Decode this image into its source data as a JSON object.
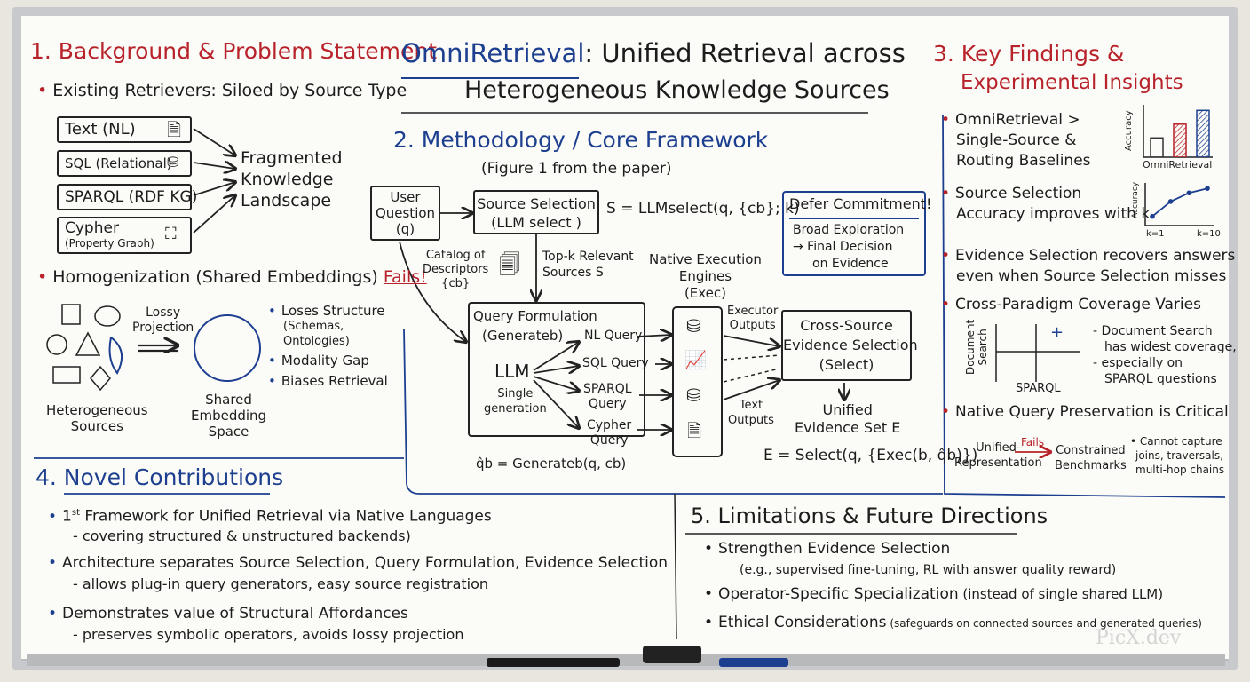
{
  "title": {
    "highlight": "OmniRetrieval",
    "rest1": ": Unified Retrieval across",
    "rest2": "Heterogeneous Knowledge Sources"
  },
  "s1": {
    "heading": "1. Background & Problem Statement",
    "bullet1": "Existing Retrievers: Siloed by Source Type",
    "sources": [
      "Text (NL)",
      "SQL (Relational)",
      "SPARQL (RDF KG)",
      "Cypher"
    ],
    "cypher_sub": "(Property Graph)",
    "frag": [
      "Fragmented",
      "Knowledge",
      "Landscape"
    ],
    "bullet2_pre": "Homogenization (Shared Embeddings)",
    "bullet2_fail": "Fails!",
    "lossy": [
      "Lossy",
      "Projection"
    ],
    "hetero": [
      "Heterogeneous",
      "Sources"
    ],
    "shared": [
      "Shared",
      "Embedding",
      "Space"
    ],
    "loses": [
      "Loses Structure",
      "(Schemas,",
      "Ontologies)"
    ],
    "modality": "Modality Gap",
    "biases": "Biases Retrieval"
  },
  "s2": {
    "heading": "2. Methodology / Core Framework",
    "figure": "(Figure 1 from the paper)",
    "user": [
      "User",
      "Question",
      "(q)"
    ],
    "source_sel": [
      "Source Selection",
      "(LLM select )"
    ],
    "s_formula": "S = LLMselect(q, {cb}; k)",
    "catalog": [
      "Catalog of",
      "Descriptors",
      "{cb}"
    ],
    "topk": [
      "Top-k Relevant",
      "Sources S"
    ],
    "native": [
      "Native Execution",
      "Engines",
      "(Exec)"
    ],
    "query_form": [
      "Query Formulation",
      "(Generateb)"
    ],
    "llm": "LLM",
    "single": [
      "Single",
      "generation"
    ],
    "queries": [
      "NL Query",
      "SQL Query",
      "SPARQL",
      "Query",
      "Cypher",
      "Query"
    ],
    "executor": [
      "Executor",
      "Outputs"
    ],
    "text_out": [
      "Text",
      "Outputs"
    ],
    "cross": [
      "Cross-Source",
      "Evidence Selection",
      "(Select)"
    ],
    "unified": [
      "Unified",
      "Evidence Set E"
    ],
    "q_formula": "q̂b = Generateb(q, cb)",
    "e_formula": "E = Select(q, {Exec(b, q̂b)})",
    "defer": [
      "Defer Commitment!",
      "Broad Exploration",
      "→ Final Decision",
      "on Evidence"
    ]
  },
  "s3": {
    "heading": [
      "3. Key Findings &",
      "Experimental Insights"
    ],
    "f1": [
      "OmniRetrieval >",
      "Single-Source &",
      "Routing Baselines"
    ],
    "f2": [
      "Source Selection",
      "Accuracy improves with k"
    ],
    "f3": [
      "Evidence Selection recovers answers",
      "even when Source Selection misses"
    ],
    "f4": "Cross-Paradigm Coverage Varies",
    "f5": "Native Query Preservation is Critical",
    "bar_ylabel": "Accuracy",
    "bar_xlabel": "OmniRetrieval",
    "line_ylabel": "Accuracy",
    "line_x": [
      "k=1",
      "k=10"
    ],
    "cov_y": [
      "Document",
      "Search"
    ],
    "cov_x": "SPARQL",
    "cov_plus": "+",
    "cov_notes": [
      "- Document Search",
      "has widest coverage,",
      "- especially on",
      "SPARQL questions"
    ],
    "unified_rep": [
      "Unified-",
      "Representation"
    ],
    "fails": "Fails",
    "constrained": [
      "Constrained",
      "Benchmarks"
    ],
    "cannot": [
      "• Cannot capture",
      "joins, traversals,",
      "multi-hop chains"
    ]
  },
  "s4": {
    "heading": "4. Novel Contributions",
    "items": [
      {
        "main_pre": "1",
        "main_sup": "st",
        "main": " Framework for Unified Retrieval via Native Languages",
        "sub": "- covering structured & unstructured backends)"
      },
      {
        "main": "Architecture separates Source Selection, Query Formulation, Evidence Selection",
        "sub": "- allows plug-in query generators, easy source registration"
      },
      {
        "main": "Demonstrates value of Structural Affordances",
        "sub": "- preserves symbolic operators, avoids lossy projection"
      }
    ]
  },
  "s5": {
    "heading": "5. Limitations & Future Directions",
    "items": [
      {
        "main": "Strengthen Evidence Selection",
        "sub": "(e.g., supervised fine-tuning, RL with answer quality reward)"
      },
      {
        "main": "Operator-Specific Specialization",
        "tail": " (instead of single shared LLM)"
      },
      {
        "main": "Ethical Considerations",
        "tail": " (safeguards on connected sources and generated queries)"
      }
    ]
  },
  "watermark": "PicX.dev",
  "chart_data": [
    {
      "type": "bar",
      "categories": [
        "",
        "",
        "OmniRetrieval"
      ],
      "values": [
        0.35,
        0.6,
        0.85
      ],
      "xlabel": "OmniRetrieval",
      "ylabel": "Accuracy",
      "colors": [
        "#333333",
        "#b8222a",
        "#1d3f8f"
      ]
    },
    {
      "type": "line",
      "x": [
        1,
        4,
        7,
        10
      ],
      "values": [
        0.15,
        0.55,
        0.78,
        0.9
      ],
      "xlabel": "",
      "ylabel": "Accuracy",
      "xticks": [
        "k=1",
        "k=10"
      ]
    }
  ]
}
